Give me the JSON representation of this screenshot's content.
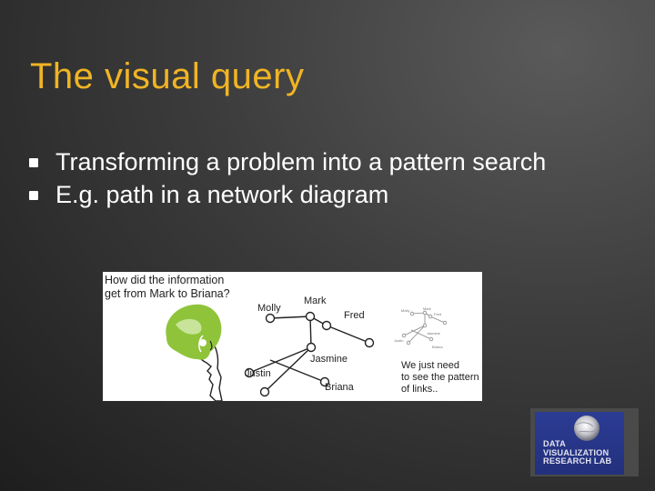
{
  "slide": {
    "title": "The visual query",
    "bullets": [
      "Transforming a problem into a pattern search",
      "E.g. path in a network diagram"
    ]
  },
  "figure": {
    "caption_line1": "How did the information",
    "caption_line2": "get from Mark to Briana?",
    "nodes": {
      "molly": "Molly",
      "mark": "Mark",
      "fred": "Fred",
      "jasmine": "Jasmine",
      "justin": "Justin",
      "briana": "Briana"
    },
    "mini_labels": [
      "Mark",
      "Molly",
      "Fred",
      "Justin",
      "Jasmine",
      "Briana"
    ],
    "note_line1": "We just need",
    "note_line2": "to see the pattern",
    "note_line3": "of links.."
  },
  "logo": {
    "line1": "DATA",
    "line2": "VISUALIZATION",
    "line3": "RESEARCH LAB"
  },
  "colors": {
    "title": "#f0b424",
    "text": "#ffffff",
    "logo_bg": "#2c3c94",
    "silhouette": "#8fc43a"
  }
}
